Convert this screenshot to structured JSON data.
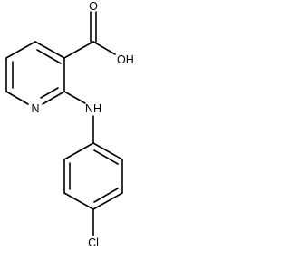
{
  "molecule": {
    "atoms": {
      "carboxyl_oxygen": "O",
      "hydroxyl": "OH",
      "ring_nitrogen": "N",
      "amine": "NH",
      "chlorine": "Cl"
    }
  },
  "colors": {
    "bond": "#000000",
    "label": "#000000",
    "background": "#ffffff"
  }
}
